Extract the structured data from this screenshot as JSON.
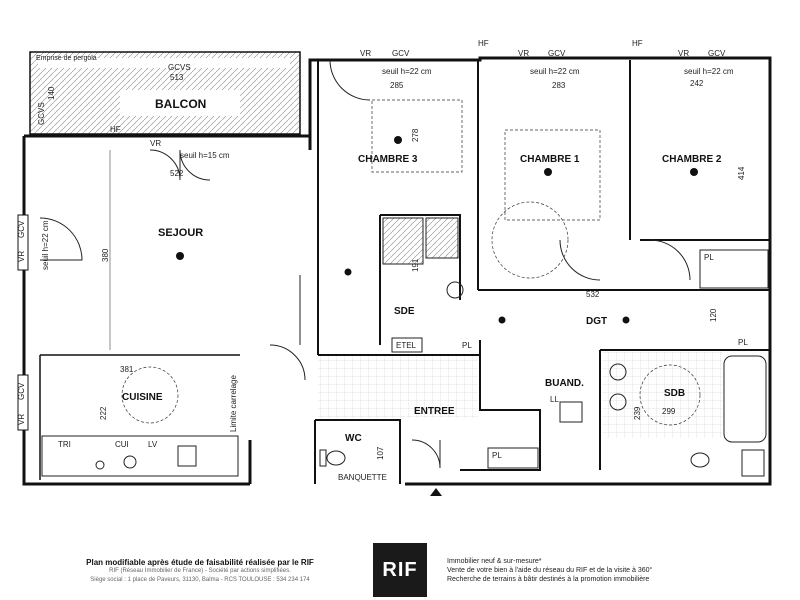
{
  "rooms": {
    "balcon": "BALCON",
    "sejour": "SEJOUR",
    "cuisine": "CUISINE",
    "chambre3": "CHAMBRE 3",
    "chambre1": "CHAMBRE 1",
    "chambre2": "CHAMBRE 2",
    "sde": "SDE",
    "dgt": "DGT",
    "entree": "ENTREE",
    "wc": "WC",
    "buand": "BUAND.",
    "sdb": "SDB"
  },
  "annotations": {
    "pergola": "Emprise de pergola",
    "gcvs": "GCVS",
    "limite": "Limite carrelage",
    "seuil15": "seuil h=15 cm",
    "seuil22": "seuil h=22 cm",
    "etel": "ETEL",
    "tri": "TRI",
    "cui": "CUI",
    "lv": "LV",
    "ll": "LL",
    "pl": "PL",
    "hf": "HF",
    "vr": "VR",
    "gcv": "GCV",
    "banquette": "BANQUETTE"
  },
  "dimensions": {
    "balcon_w": "513",
    "balcon_h": "140",
    "sejour_w": "522",
    "sejour_h": "380",
    "cuisine_w": "381",
    "cuisine_h": "222",
    "ch3_w": "285",
    "ch3_h": "278",
    "ch1_w": "283",
    "ch2_w": "242",
    "ch2_h": "414",
    "sde_h": "191",
    "dgt_w": "532",
    "dgt_h": "120",
    "wc_h": "107",
    "sdb_w": "299",
    "sdb_h": "239"
  },
  "footer": {
    "title": "Plan modifiable après étude de faisabilité réalisée par le RIF",
    "line1": "RIF (Réseau Immobilier de France) - Société par actions simplifiées.",
    "line2": "Siège social : 1 place de Paveurs, 31130, Balma - RCS TOULOUSE : 534 234 174",
    "logo": "RIF",
    "right1": "Immobilier neuf & sur-mesure*",
    "right2": "Vente de votre bien à l'aide du réseau du RIF et de la visite à 360°",
    "right3": "Recherche de terrains à bâtir destinés à la promotion immobilière"
  }
}
